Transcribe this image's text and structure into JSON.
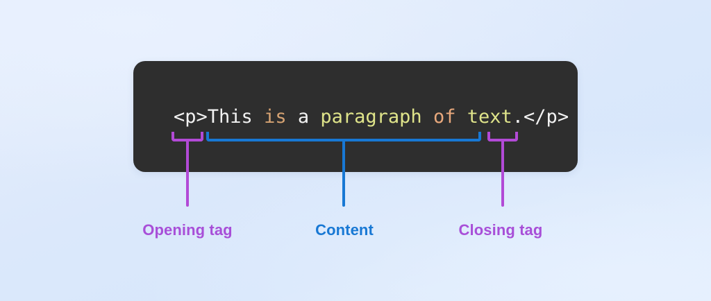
{
  "background": {
    "color_top": "#e6eefc",
    "color_bottom": "#e4effd"
  },
  "code_panel": {
    "background_color": "#2e2e2e",
    "tokens": [
      {
        "text": "<p>",
        "color": "#f2f2f2",
        "role": "tag-open"
      },
      {
        "text": "This",
        "color": "#f2f2f2",
        "role": "word"
      },
      {
        "text": " ",
        "color": "#f2f2f2",
        "role": "space"
      },
      {
        "text": "is",
        "color": "#d6a373",
        "role": "verb"
      },
      {
        "text": " ",
        "color": "#f2f2f2",
        "role": "space"
      },
      {
        "text": "a",
        "color": "#f2f2f2",
        "role": "article"
      },
      {
        "text": " ",
        "color": "#f2f2f2",
        "role": "space"
      },
      {
        "text": "paragraph",
        "color": "#dfe48a",
        "role": "noun"
      },
      {
        "text": " ",
        "color": "#f2f2f2",
        "role": "space"
      },
      {
        "text": "of",
        "color": "#e8a87c",
        "role": "preposition"
      },
      {
        "text": " ",
        "color": "#f2f2f2",
        "role": "space"
      },
      {
        "text": "text",
        "color": "#dfe48a",
        "role": "noun"
      },
      {
        "text": ".",
        "color": "#f2f2f2",
        "role": "punctuation"
      },
      {
        "text": "</p>",
        "color": "#f2f2f2",
        "role": "tag-close"
      }
    ],
    "full_code": "<p>This is a paragraph of text.</p>"
  },
  "annotations": [
    {
      "id": "opening-tag",
      "label": "Opening tag",
      "color": "#a84fd8",
      "bracket_color": "#b24ad6",
      "covers": "<p>"
    },
    {
      "id": "content",
      "label": "Content",
      "color": "#1878d4",
      "bracket_color": "#1878d4",
      "covers": "This is a paragraph of text."
    },
    {
      "id": "closing-tag",
      "label": "Closing tag",
      "color": "#a84fd8",
      "bracket_color": "#b24ad6",
      "covers": "</p>"
    }
  ]
}
